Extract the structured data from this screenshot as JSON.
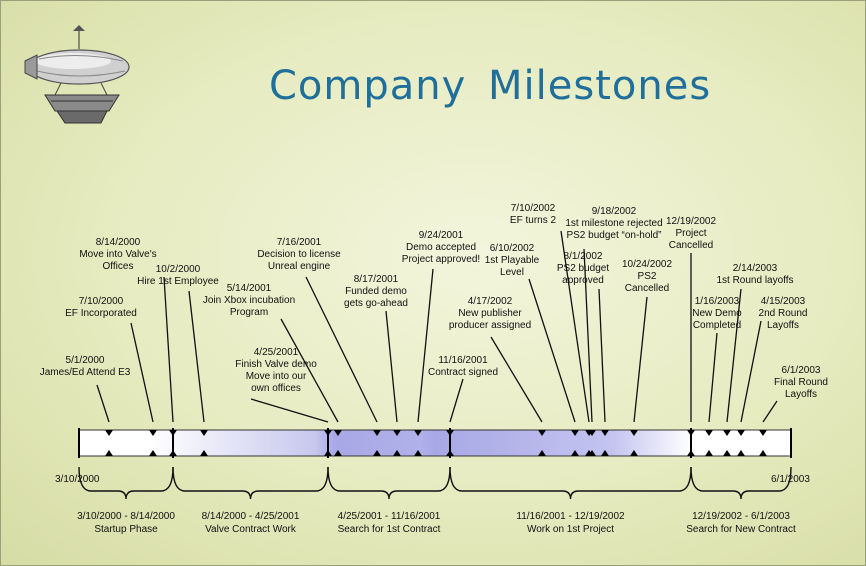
{
  "title": "Company Milestones",
  "colors": {
    "title": "#1f6f9a",
    "bar_fill": "#a8a8e8",
    "bar_light": "#ffffff"
  },
  "logo_icon": "airship-icon",
  "timeline": {
    "start_label": "3/10/2000",
    "end_label": "6/1/2003",
    "events": [
      {
        "lines": [
          "5/1/2000",
          "James/Ed Attend E3"
        ]
      },
      {
        "lines": [
          "7/10/2000",
          "EF Incorporated"
        ]
      },
      {
        "lines": [
          "8/14/2000",
          "Move into Valve's",
          "Offices"
        ]
      },
      {
        "lines": [
          "10/2/2000",
          "Hire 1st Employee"
        ]
      },
      {
        "lines": [
          "4/25/2001",
          "Finish Valve demo",
          "Move into our",
          "own offices"
        ]
      },
      {
        "lines": [
          "5/14/2001",
          "Join Xbox incubation",
          "Program"
        ]
      },
      {
        "lines": [
          "7/16/2001",
          "Decision to license",
          "Unreal engine"
        ]
      },
      {
        "lines": [
          "8/17/2001",
          "Funded demo",
          "gets go-ahead"
        ]
      },
      {
        "lines": [
          "9/24/2001",
          "Demo accepted",
          "Project approved!"
        ]
      },
      {
        "lines": [
          "11/16/2001",
          "Contract signed"
        ]
      },
      {
        "lines": [
          "4/17/2002",
          "New publisher",
          "producer assigned"
        ]
      },
      {
        "lines": [
          "6/10/2002",
          "1st Playable",
          "Level"
        ]
      },
      {
        "lines": [
          "7/10/2002",
          "EF turns 2"
        ]
      },
      {
        "lines": [
          "9/18/2002",
          "1st milestone rejected",
          "PS2 budget “on-hold”"
        ]
      },
      {
        "lines": [
          "8/1/2002",
          "PS2 budget",
          "approved"
        ]
      },
      {
        "lines": [
          "10/24/2002",
          "PS2",
          "Cancelled"
        ]
      },
      {
        "lines": [
          "12/19/2002",
          "Project",
          "Cancelled"
        ]
      },
      {
        "lines": [
          "1/16/2003",
          "New Demo",
          "Completed"
        ]
      },
      {
        "lines": [
          "2/14/2003",
          "1st Round layoffs"
        ]
      },
      {
        "lines": [
          "4/15/2003",
          "2nd Round",
          "Layoffs"
        ]
      },
      {
        "lines": [
          "6/1/2003",
          "Final Round",
          "Layoffs"
        ]
      }
    ],
    "phases": [
      {
        "dates": "3/10/2000 - 8/14/2000",
        "name": "Startup Phase"
      },
      {
        "dates": "8/14/2000 - 4/25/2001",
        "name": "Valve Contract Work"
      },
      {
        "dates": "4/25/2001 - 11/16/2001",
        "name": "Search for 1st Contract"
      },
      {
        "dates": "11/16/2001 - 12/19/2002",
        "name": "Work on 1st Project"
      },
      {
        "dates": "12/19/2002 - 6/1/2003",
        "name": "Search for New Contract"
      }
    ]
  }
}
